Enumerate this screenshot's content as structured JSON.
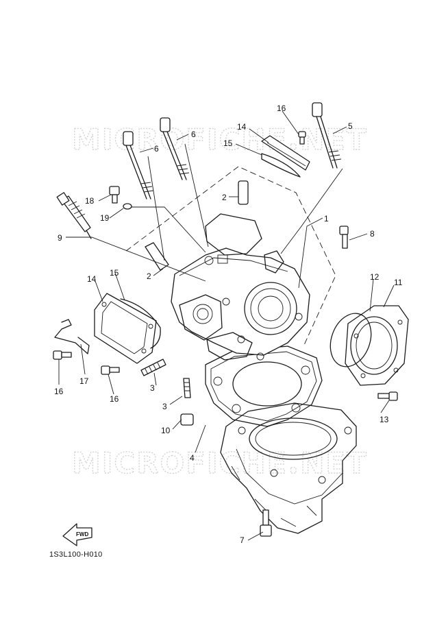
{
  "watermark": {
    "text": "MICROFICHE.NET",
    "color": "#d2d2d2"
  },
  "fwd_label": "FWD",
  "diagram_code": "1S3L100-H010",
  "callouts": {
    "c1": "1",
    "c2a": "2",
    "c2b": "2",
    "c3a": "3",
    "c3b": "3",
    "c4": "4",
    "c5": "5",
    "c6a": "6",
    "c6b": "6",
    "c7": "7",
    "c8": "8",
    "c9": "9",
    "c10": "10",
    "c11": "11",
    "c12": "12",
    "c13": "13",
    "c14a": "14",
    "c14b": "14",
    "c15a": "15",
    "c15b": "15",
    "c16a": "16",
    "c16b": "16",
    "c16c": "16",
    "c17": "17",
    "c18": "18",
    "c19": "19"
  },
  "icons": [
    "fwd-arrow-icon"
  ]
}
